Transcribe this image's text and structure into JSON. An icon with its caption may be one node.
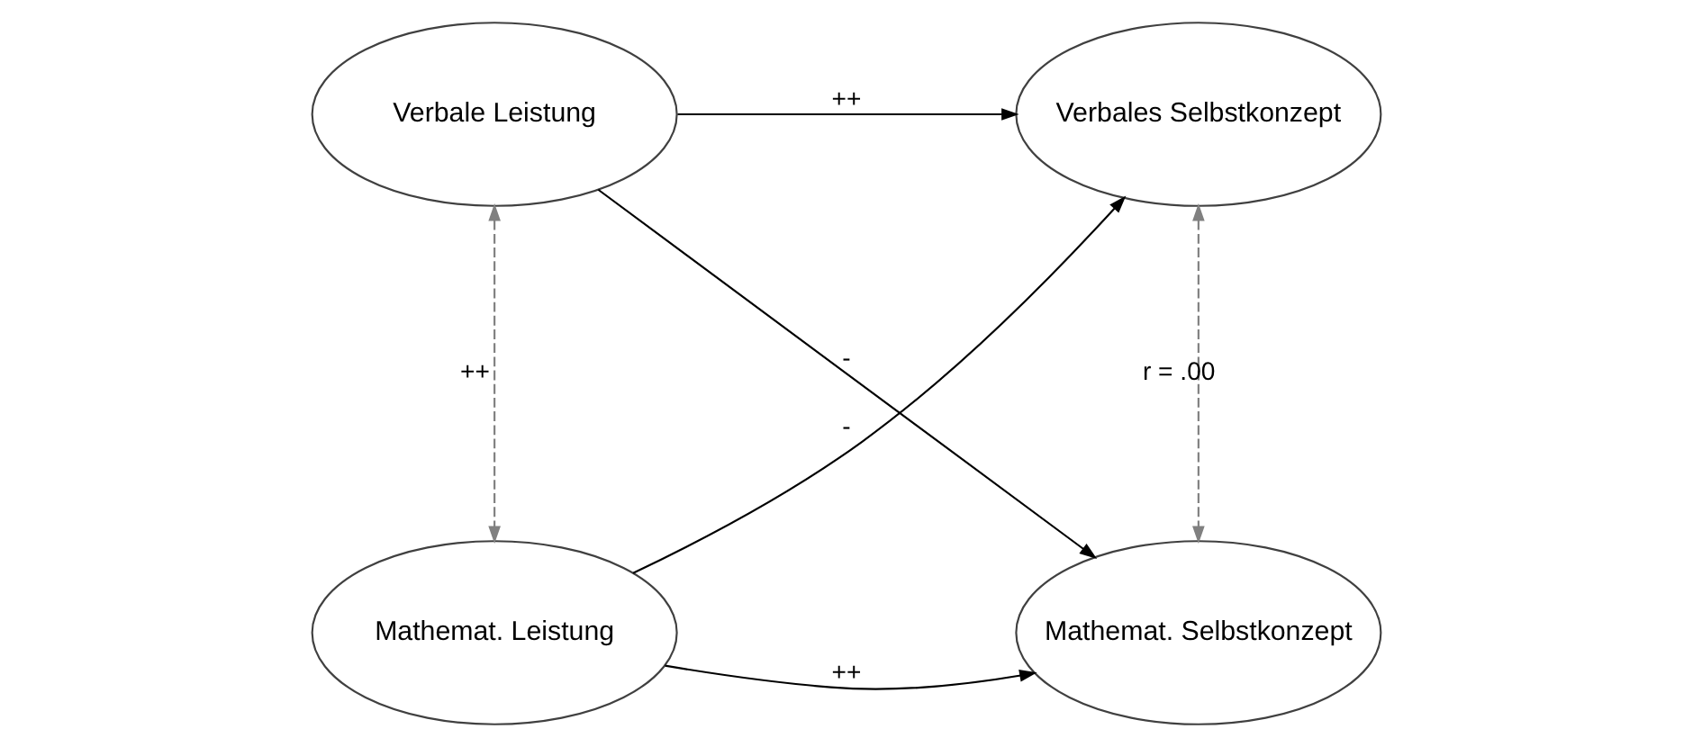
{
  "diagram": {
    "nodes": [
      {
        "text": [
          "Verbale Leistung"
        ]
      },
      {
        "text": [
          "Verbales Selbstkonzept"
        ]
      },
      {
        "text": [
          "Mathemat. Leistung"
        ]
      },
      {
        "text": [
          "Mathemat. Selbstkonzept"
        ]
      }
    ],
    "edges": [
      {
        "from": 0,
        "to": 1,
        "arrow": "to",
        "label": "++"
      },
      {
        "from": 0,
        "to": 3,
        "arrow": "to",
        "label": "-"
      },
      {
        "from": 2,
        "to": 1,
        "arrow": "to",
        "label": "-"
      },
      {
        "from": 2,
        "to": 3,
        "arrow": "to",
        "label": "++"
      },
      {
        "from": 0,
        "to": 2,
        "arrow": "both",
        "label": "++",
        "style": "dashed",
        "color": "#808080"
      },
      {
        "from": 1,
        "to": 3,
        "arrow": "both",
        "label": "r = .00",
        "style": "dashed",
        "color": "#808080"
      }
    ]
  }
}
